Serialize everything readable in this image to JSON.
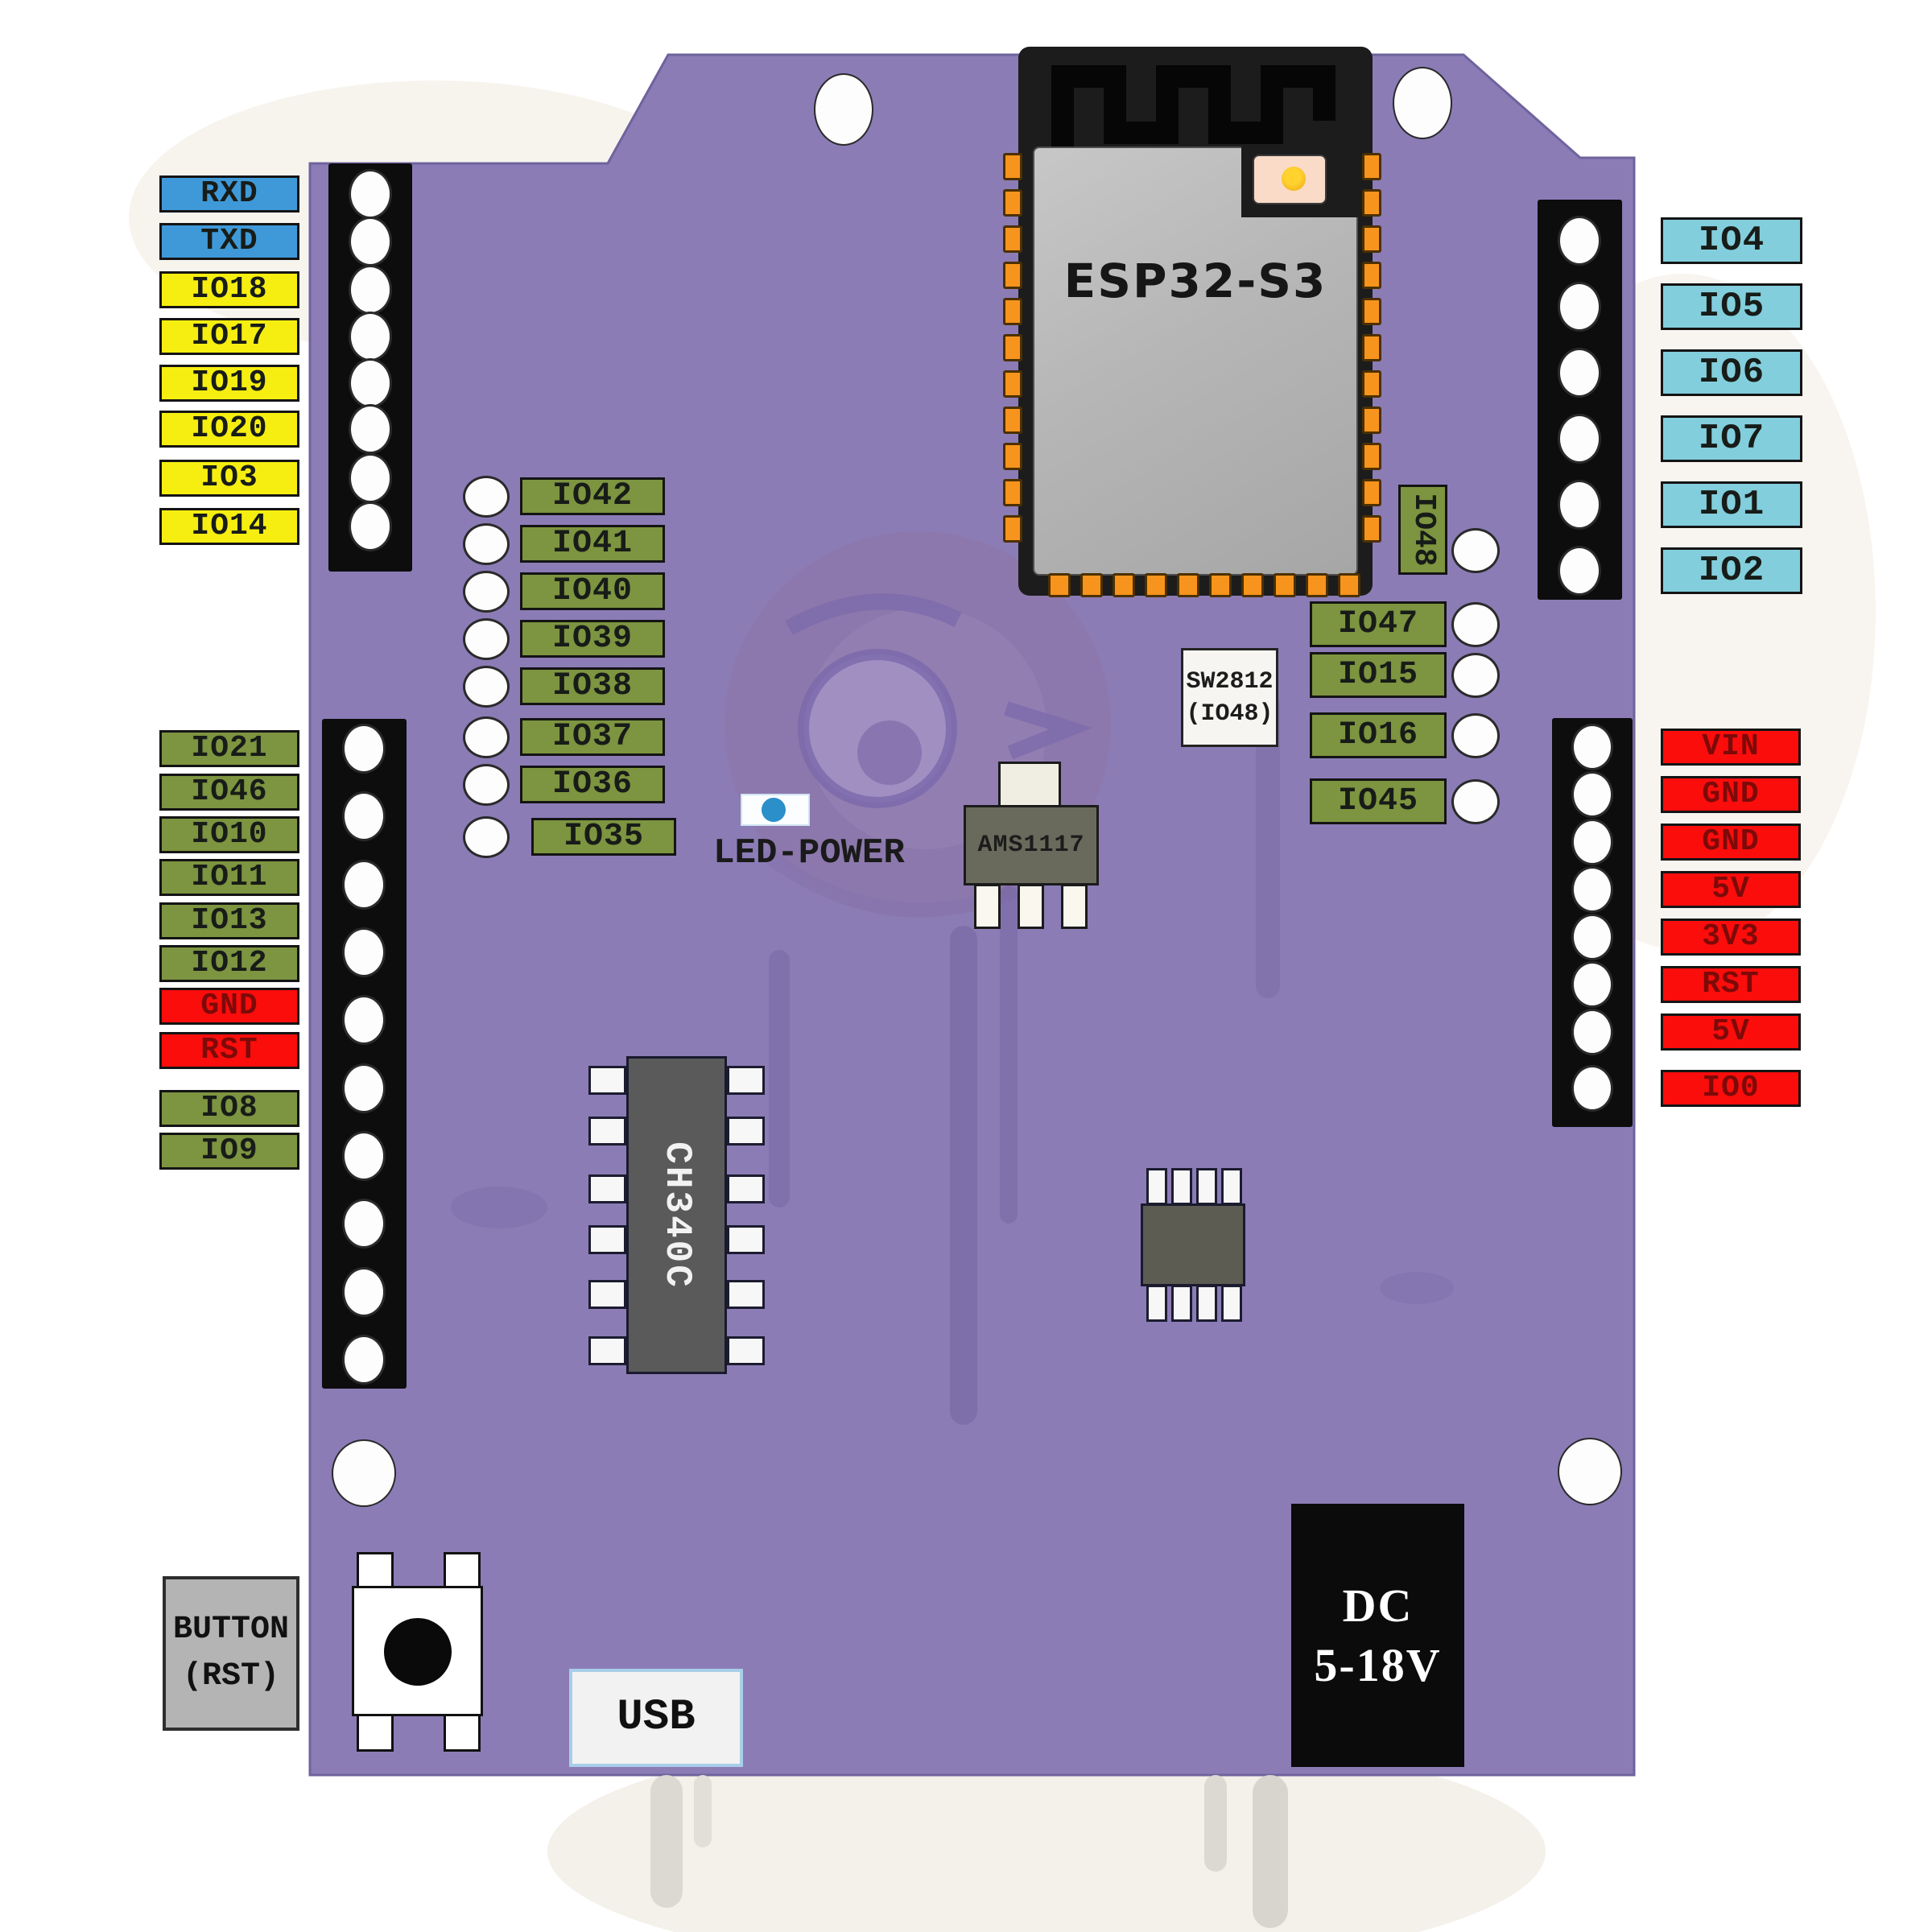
{
  "module": {
    "name": "ESP32-S3"
  },
  "components": {
    "led_power": {
      "label": "LED-POWER"
    },
    "regulator": {
      "label": "AMS1117"
    },
    "usb_uart": {
      "label": "CH340C"
    },
    "neopixel_note": {
      "line1": "SW2812",
      "line2": "(IO48)"
    },
    "reset_button": {
      "line1": "BUTTON",
      "line2": "(RST)"
    },
    "usb": {
      "label": "USB"
    },
    "dc_jack": {
      "line1": "DC",
      "line2": "5-18V"
    }
  },
  "colors": {
    "board_purple": "#8b7cb6",
    "serial_blue": "#3f99d8",
    "gpio_yellow": "#f6ee10",
    "gpio_olive": "#7d9440",
    "gpio_cyan": "#82cedd",
    "power_red": "#fb0d0c",
    "pad_orange": "#f7941d"
  },
  "pins": {
    "left_top": [
      "RXD",
      "TXD",
      "IO18",
      "IO17",
      "IO19",
      "IO20",
      "IO3",
      "IO14"
    ],
    "left_bottom": [
      "IO21",
      "IO46",
      "IO10",
      "IO11",
      "IO13",
      "IO12",
      "GND",
      "RST",
      "IO8",
      "IO9"
    ],
    "center": [
      "IO42",
      "IO41",
      "IO40",
      "IO39",
      "IO38",
      "IO37",
      "IO36",
      "IO35"
    ],
    "right_top": [
      "IO4",
      "IO5",
      "IO6",
      "IO7",
      "IO1",
      "IO2"
    ],
    "right_middle": [
      "IO48",
      "IO47",
      "IO15",
      "IO16",
      "IO45"
    ],
    "right_bottom": [
      "VIN",
      "GND",
      "GND",
      "5V",
      "3V3",
      "RST",
      "5V",
      "IO0"
    ]
  }
}
